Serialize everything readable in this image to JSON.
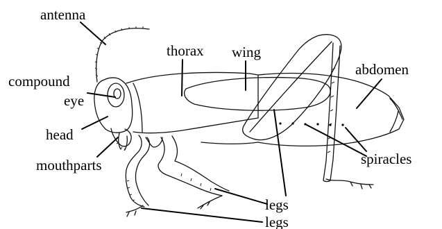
{
  "labels": {
    "antenna": "antenna",
    "compound_eye_line1": "compound",
    "compound_eye_line2": "eye",
    "head": "head",
    "mouthparts": "mouthparts",
    "thorax": "thorax",
    "wing": "wing",
    "abdomen": "abdomen",
    "spiracles": "spiracles",
    "legs_middle": "legs",
    "legs_bottom": "legs"
  }
}
